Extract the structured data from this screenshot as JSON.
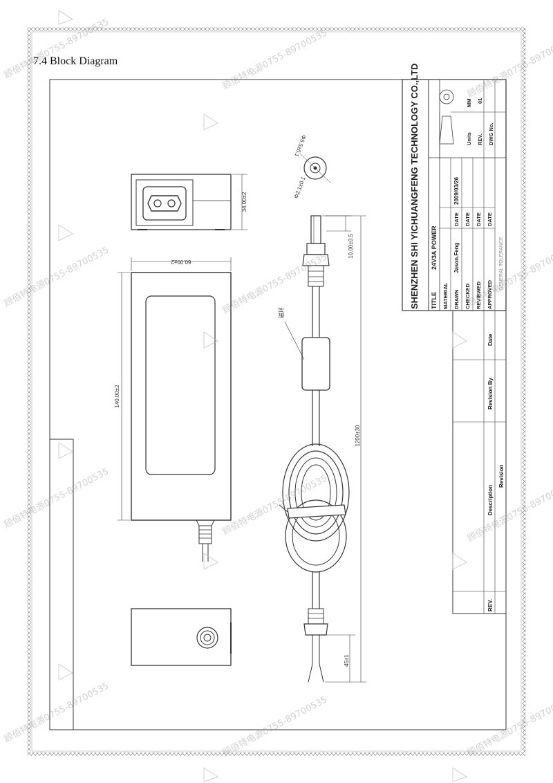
{
  "heading": "7.4 Block Diagram",
  "dimensions": {
    "adapter_height": "34.00±2",
    "adapter_width": "60.00±2",
    "adapter_length": "140.00±2",
    "plug_length": "10.00±0.5",
    "cable_length": "1200±30",
    "wire_strip": "45±1",
    "plug_inner": "Φ2.1±0.1",
    "plug_outer": "Φ5.5±0.1"
  },
  "ferrite_label": "磁环",
  "title_block": {
    "company": "SHENZHEN SHI YICHUANGFENG TECHNOLOGY CO.,LTD",
    "title_label": "TITLE",
    "title_value": "24V3A POWER",
    "material_label": "MATERIAL",
    "drawn_label": "DRAWN",
    "drawn_value": "Jason.Feng",
    "date_label": "DATE",
    "date_value": "2009/03/26",
    "checked_label": "CHECKED",
    "reviewed_label": "REVIEWED",
    "approved_label": "APPROVED",
    "tolerance_label": "GENERAL TOLERANCE",
    "units_label": "Units",
    "units_value": "MM",
    "rev_label": "REV.",
    "rev_value": "01",
    "dwg_label": "DWG No."
  },
  "revision_block": {
    "rev_label": "REV.",
    "description_label": "Description",
    "revision_label": "Revision",
    "revision_by_label": "Revision By",
    "date_label": "Date"
  },
  "watermark": "顾佰特电源0755-89700535"
}
